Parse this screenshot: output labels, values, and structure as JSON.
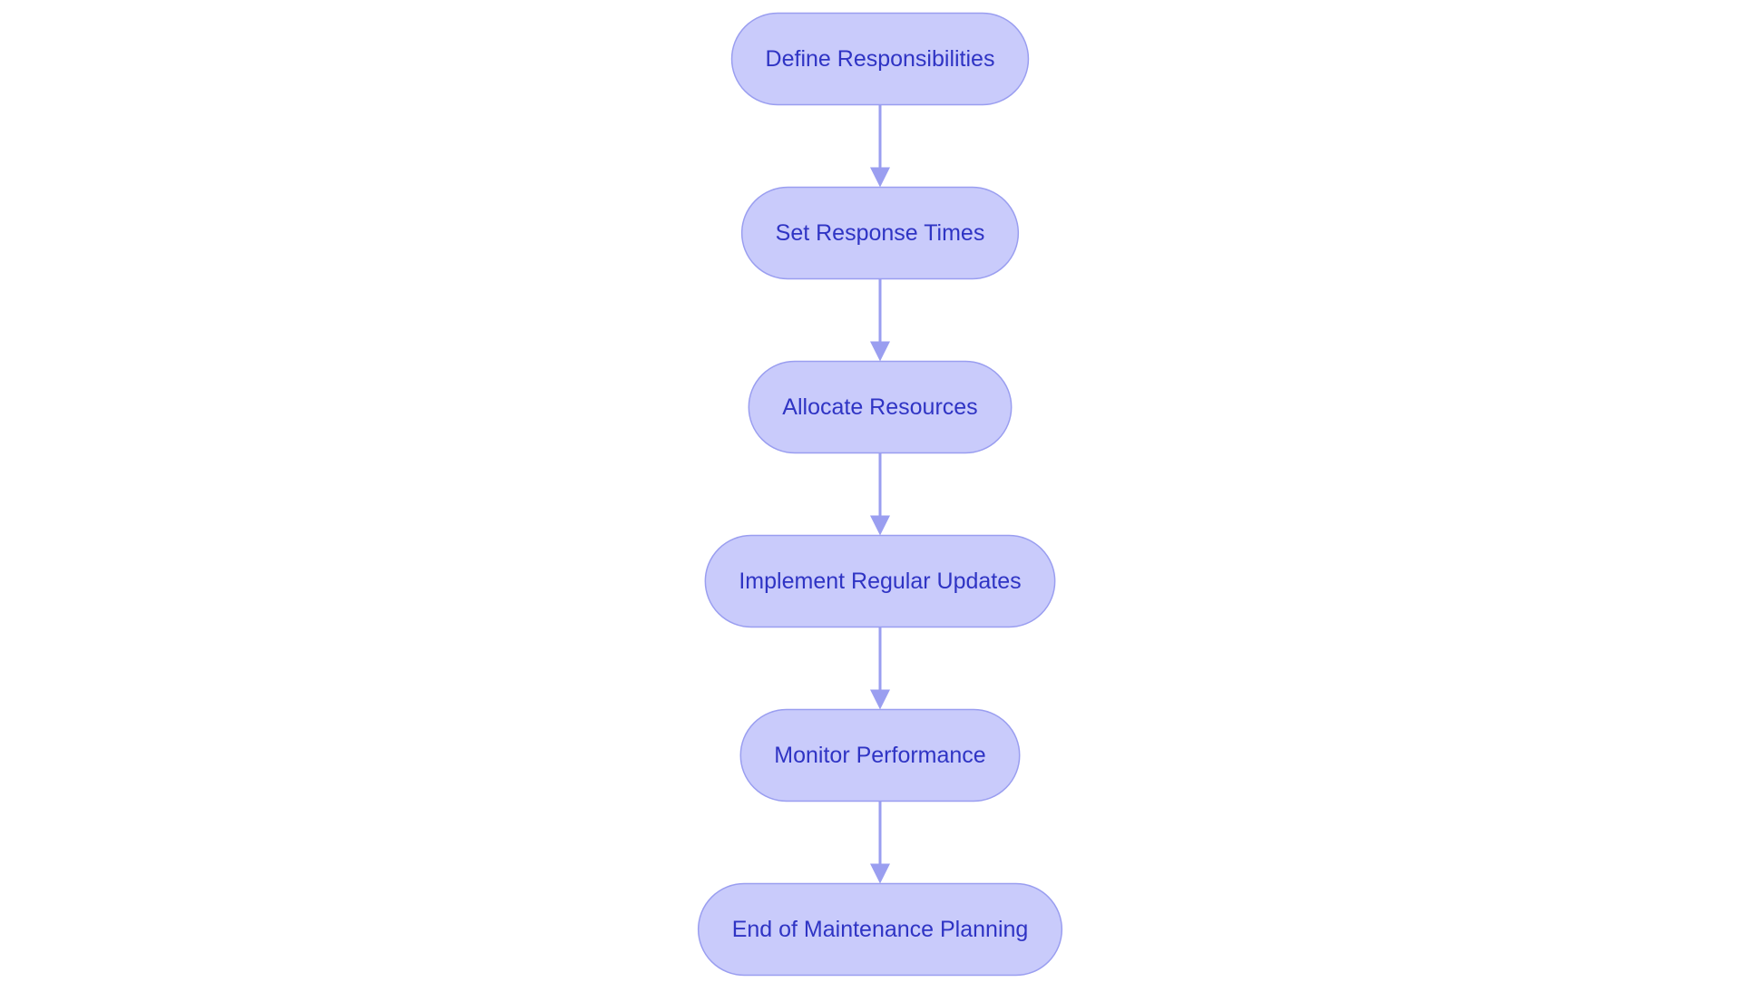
{
  "diagram": {
    "type": "flowchart",
    "direction": "top-to-bottom",
    "colors": {
      "node_fill": "#c9cbfb",
      "node_border": "#9a9ef0",
      "node_text": "#2f34c4",
      "edge": "#9a9ef0"
    },
    "nodes": [
      {
        "id": "define-responsibilities",
        "label": "Define Responsibilities"
      },
      {
        "id": "set-response-times",
        "label": "Set Response Times"
      },
      {
        "id": "allocate-resources",
        "label": "Allocate Resources"
      },
      {
        "id": "implement-regular-updates",
        "label": "Implement Regular Updates"
      },
      {
        "id": "monitor-performance",
        "label": "Monitor Performance"
      },
      {
        "id": "end-of-maintenance-planning",
        "label": "End of Maintenance Planning"
      }
    ],
    "edges": [
      {
        "from": "define-responsibilities",
        "to": "set-response-times"
      },
      {
        "from": "set-response-times",
        "to": "allocate-resources"
      },
      {
        "from": "allocate-resources",
        "to": "implement-regular-updates"
      },
      {
        "from": "implement-regular-updates",
        "to": "monitor-performance"
      },
      {
        "from": "monitor-performance",
        "to": "end-of-maintenance-planning"
      }
    ]
  }
}
